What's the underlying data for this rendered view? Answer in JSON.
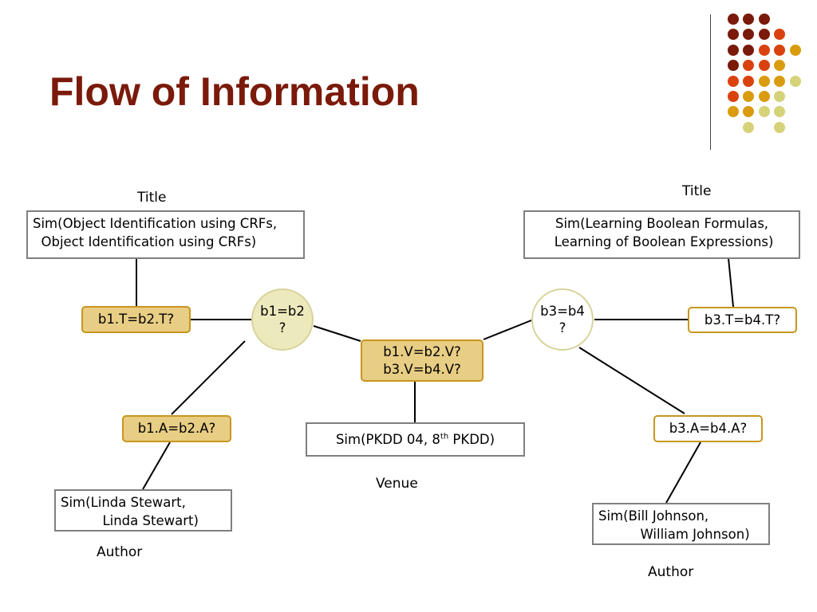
{
  "title": "Flow of Information",
  "colors": {
    "title": "#7a1a0a",
    "dot_palette": [
      "#7a1a0a",
      "#d9420f",
      "#d99c0f",
      "#d6d27a"
    ],
    "condition_fill": "#e8cd84",
    "condition_border": "#c8961e",
    "circle_fill": "#ece9bd",
    "circle_border": "#d8d39a",
    "box_border": "#7f7f7f"
  },
  "decoration": {
    "dot_grid_rows": [
      [
        "#7a1a0a",
        "#7a1a0a",
        "#7a1a0a",
        "",
        ""
      ],
      [
        "#7a1a0a",
        "#7a1a0a",
        "#7a1a0a",
        "#d9420f",
        ""
      ],
      [
        "#7a1a0a",
        "#7a1a0a",
        "#d9420f",
        "#d9420f",
        "#d99c0f"
      ],
      [
        "#7a1a0a",
        "#d9420f",
        "#d9420f",
        "#d99c0f",
        ""
      ],
      [
        "#d9420f",
        "#d9420f",
        "#d99c0f",
        "#d99c0f",
        "#d6d27a"
      ],
      [
        "#d9420f",
        "#d99c0f",
        "#d99c0f",
        "#d6d27a",
        ""
      ],
      [
        "#d99c0f",
        "#d99c0f",
        "#d6d27a",
        "#d6d27a",
        ""
      ],
      [
        "",
        "#d6d27a",
        "",
        "#d6d27a",
        ""
      ]
    ]
  },
  "diagram": {
    "nodes": {
      "title_sim_left": "Sim(Object Identification using CRFs,\n  Object Identification using CRFs)",
      "title_sim_right": "Sim(Learning Boolean Formulas,\n Learning of Boolean Expressions)",
      "author_sim_left": "Sim(Linda Stewart,\n          Linda Stewart)",
      "author_sim_right": "Sim(Bill Johnson,\n          William Johnson)",
      "venue_sim_prefix": "Sim(PKDD 04, 8",
      "venue_sim_sup": "th",
      "venue_sim_suffix": " PKDD)",
      "cond_b1_title": "b1.T=b2.T?",
      "cond_b1_author": "b1.A=b2.A?",
      "cond_venue": "b1.V=b2.V?\nb3.V=b4.V?",
      "cond_b3_title": "b3.T=b4.T?",
      "cond_b3_author": "b3.A=b4.A?",
      "match_b1": "b1=b2\n?",
      "match_b3": "b3=b4\n?"
    },
    "labels": {
      "title_left": "Title",
      "title_right": "Title",
      "author_left": "Author",
      "author_right": "Author",
      "venue": "Venue"
    }
  }
}
